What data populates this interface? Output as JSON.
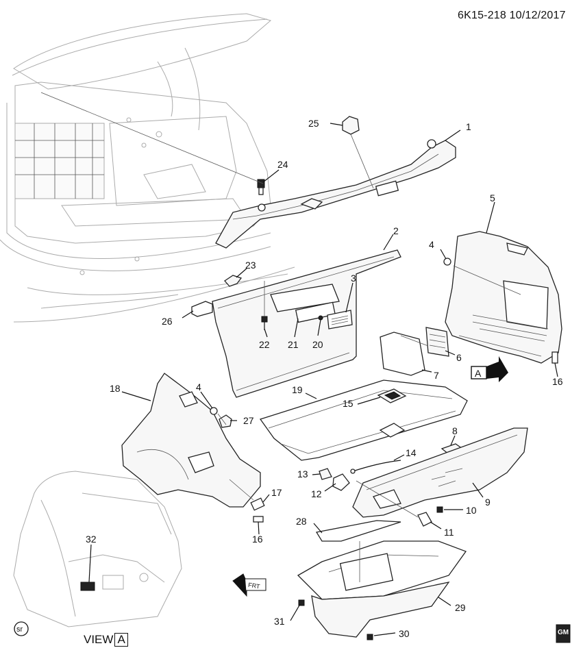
{
  "header": {
    "code": "6K15-218 10/12/2017"
  },
  "view": {
    "prefix": "VIEW",
    "letter": "A"
  },
  "arrow_a": {
    "letter": "A"
  },
  "front_arrow": {
    "text": "FRT"
  },
  "sr_badge": {
    "text": "sr"
  },
  "gm_logo": {
    "text": "GM"
  },
  "callouts": [
    "1",
    "2",
    "3",
    "4",
    "5",
    "4",
    "6",
    "7",
    "8",
    "9",
    "10",
    "11",
    "12",
    "13",
    "14",
    "15",
    "16",
    "16",
    "17",
    "18",
    "19",
    "20",
    "21",
    "22",
    "23",
    "24",
    "25",
    "26",
    "27",
    "28",
    "29",
    "30",
    "31",
    "32"
  ]
}
